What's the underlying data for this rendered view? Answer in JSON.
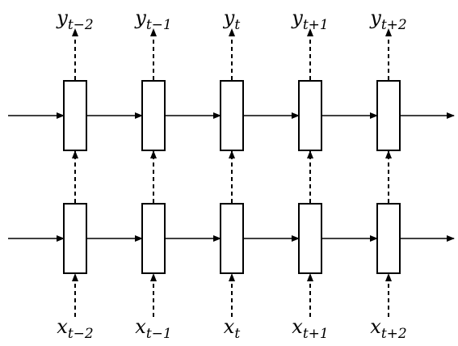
{
  "diagram": {
    "outputs": [
      {
        "base": "y",
        "sub": "t−2"
      },
      {
        "base": "y",
        "sub": "t−1"
      },
      {
        "base": "y",
        "sub": "t"
      },
      {
        "base": "y",
        "sub": "t+1"
      },
      {
        "base": "y",
        "sub": "t+2"
      }
    ],
    "inputs": [
      {
        "base": "x",
        "sub": "t−2"
      },
      {
        "base": "x",
        "sub": "t−1"
      },
      {
        "base": "x",
        "sub": "t"
      },
      {
        "base": "x",
        "sub": "t+1"
      },
      {
        "base": "x",
        "sub": "t+2"
      }
    ],
    "layers": 2,
    "colors": {
      "line": "#000000",
      "background": "#ffffff"
    }
  }
}
